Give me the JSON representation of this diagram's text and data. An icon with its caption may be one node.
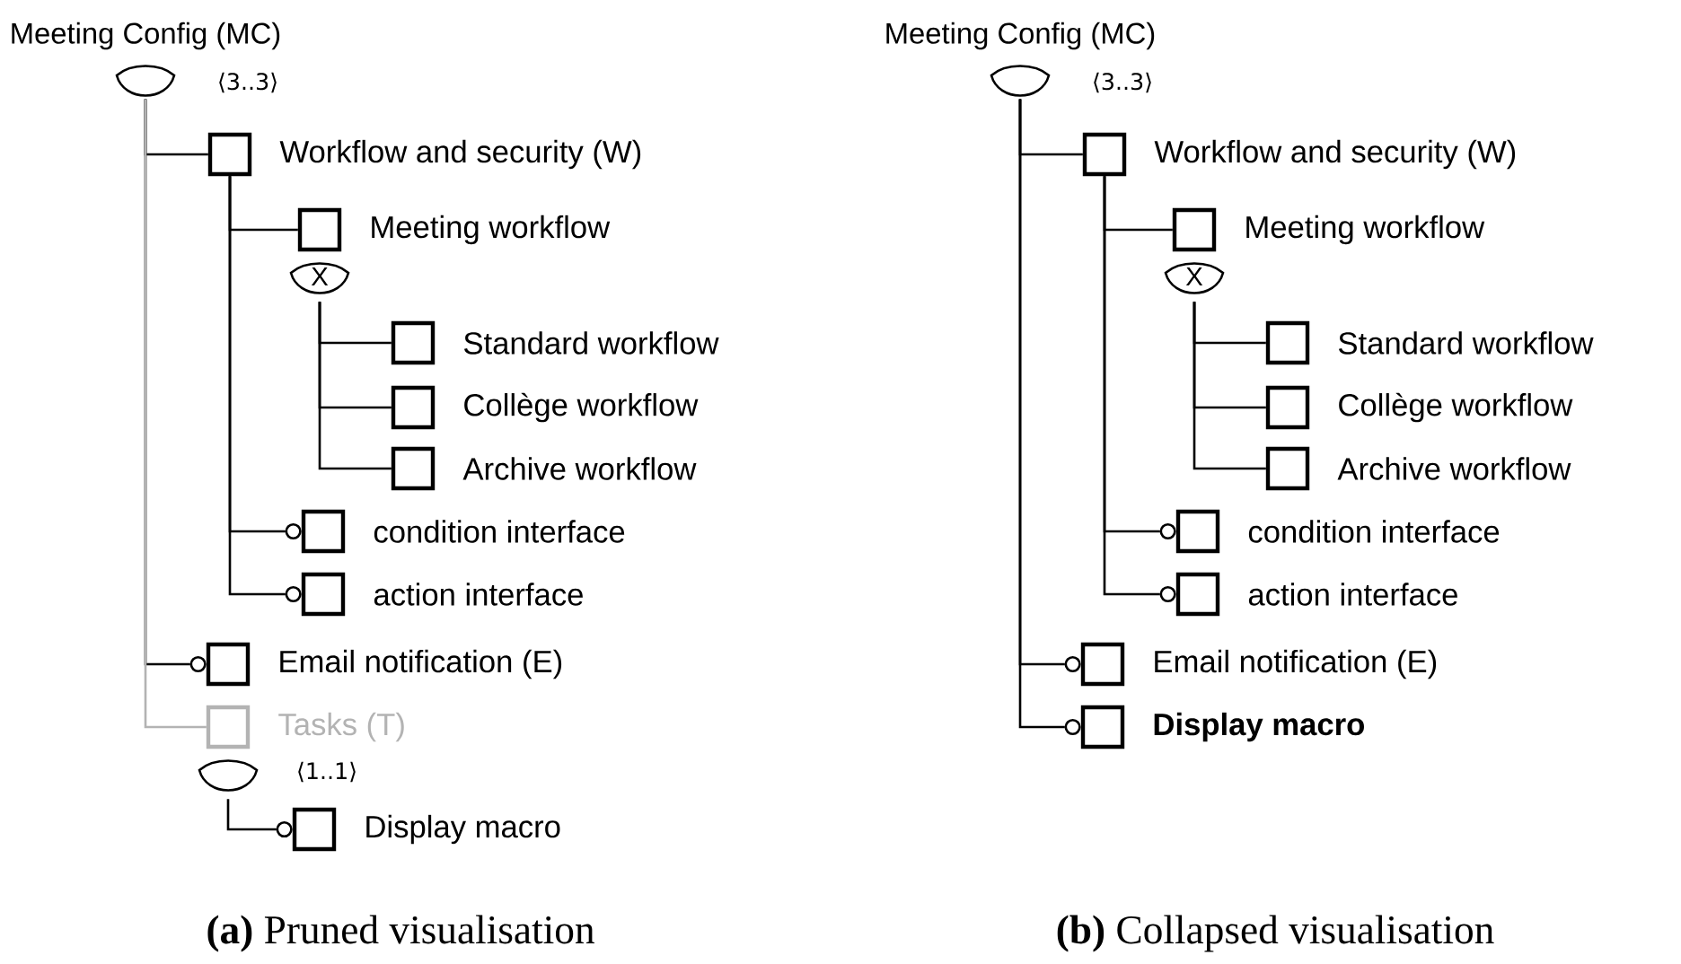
{
  "diagram": {
    "nodes": [
      {
        "text": [
          "Meeting Config (MC)"
        ]
      },
      {
        "text": [
          "Workflow and security (W)"
        ]
      },
      {
        "text": [
          "Meeting workflow"
        ]
      },
      {
        "text": [
          "Standard workflow"
        ]
      },
      {
        "text": [
          "Collège workflow"
        ]
      },
      {
        "text": [
          "Archive workflow"
        ]
      },
      {
        "text": [
          "condition interface"
        ]
      },
      {
        "text": [
          "action interface"
        ]
      },
      {
        "text": [
          "Email notification (E)"
        ]
      },
      {
        "text": [
          "Tasks (T)"
        ]
      },
      {
        "text": [
          "Display macro"
        ]
      },
      {
        "text": [
          "Meeting Config (MC)"
        ]
      },
      {
        "text": [
          "Workflow and security (W)"
        ]
      },
      {
        "text": [
          "Meeting workflow"
        ]
      },
      {
        "text": [
          "Standard workflow"
        ]
      },
      {
        "text": [
          "Collège workflow"
        ]
      },
      {
        "text": [
          "Archive workflow"
        ]
      },
      {
        "text": [
          "condition interface"
        ]
      },
      {
        "text": [
          "action interface"
        ]
      },
      {
        "text": [
          "Email notification (E)"
        ]
      },
      {
        "text": [
          "Display macro"
        ]
      }
    ],
    "edges": [
      {
        "from": 0,
        "to": 1,
        "arrow": "none"
      },
      {
        "from": 1,
        "to": 2,
        "arrow": "none"
      },
      {
        "from": 2,
        "to": 3,
        "arrow": "none"
      },
      {
        "from": 2,
        "to": 4,
        "arrow": "none"
      },
      {
        "from": 2,
        "to": 5,
        "arrow": "none"
      },
      {
        "from": 1,
        "to": 6,
        "arrow": "other"
      },
      {
        "from": 1,
        "to": 7,
        "arrow": "other"
      },
      {
        "from": 0,
        "to": 8,
        "arrow": "other"
      },
      {
        "from": 0,
        "to": 9,
        "arrow": "none",
        "color": "#b3b3b3"
      },
      {
        "from": 9,
        "to": 10,
        "arrow": "other"
      },
      {
        "from": 11,
        "to": 12,
        "arrow": "none"
      },
      {
        "from": 12,
        "to": 13,
        "arrow": "none"
      },
      {
        "from": 13,
        "to": 14,
        "arrow": "none"
      },
      {
        "from": 13,
        "to": 15,
        "arrow": "none"
      },
      {
        "from": 13,
        "to": 16,
        "arrow": "none"
      },
      {
        "from": 12,
        "to": 17,
        "arrow": "other"
      },
      {
        "from": 12,
        "to": 18,
        "arrow": "other"
      },
      {
        "from": 11,
        "to": 19,
        "arrow": "other"
      },
      {
        "from": 11,
        "to": 20,
        "arrow": "other"
      }
    ],
    "labels": [
      "⟨3..3⟩",
      "X",
      "⟨1..1⟩",
      "**(a)** Pruned visualisation",
      "⟨3..3⟩",
      "X",
      "**(b)** Collapsed visualisation"
    ]
  }
}
